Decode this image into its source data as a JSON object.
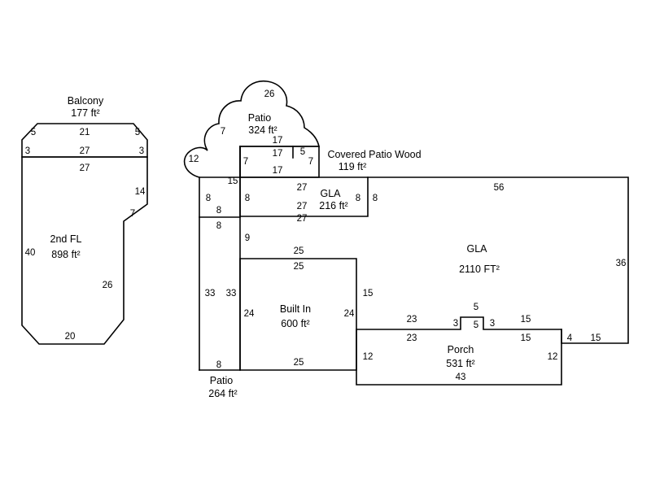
{
  "colors": {
    "background": "#ffffff",
    "line": "#000000",
    "text": "#000000"
  },
  "regions": {
    "balcony": {
      "label": "Balcony",
      "area": "177 ft²"
    },
    "second_floor": {
      "label": "2nd FL",
      "area": "898 ft²"
    },
    "patio_top": {
      "label": "Patio",
      "area": "324 ft²"
    },
    "covered_patio": {
      "label": "Covered Patio Wood",
      "area": "119 ft²"
    },
    "gla_small": {
      "label": "GLA",
      "area": "216 ft²"
    },
    "gla_main": {
      "label": "GLA",
      "area": "2110 FT²"
    },
    "built_in": {
      "label": "Built In",
      "area": "600 ft²"
    },
    "patio_left": {
      "label": "Patio",
      "area": "264 ft²"
    },
    "porch": {
      "label": "Porch",
      "area": "531 ft²"
    }
  },
  "dims": [
    "5",
    "21",
    "5",
    "3",
    "27",
    "3",
    "27",
    "14",
    "7",
    "40",
    "26",
    "20",
    "26",
    "7",
    "12",
    "17",
    "17",
    "5",
    "7",
    "7",
    "17",
    "15",
    "27",
    "8",
    "8",
    "8",
    "8",
    "27",
    "8",
    "27",
    "8",
    "9",
    "56",
    "36",
    "25",
    "25",
    "33",
    "33",
    "15",
    "24",
    "24",
    "25",
    "8",
    "5",
    "23",
    "3",
    "3",
    "15",
    "5",
    "23",
    "15",
    "4",
    "15",
    "12",
    "12",
    "43"
  ]
}
